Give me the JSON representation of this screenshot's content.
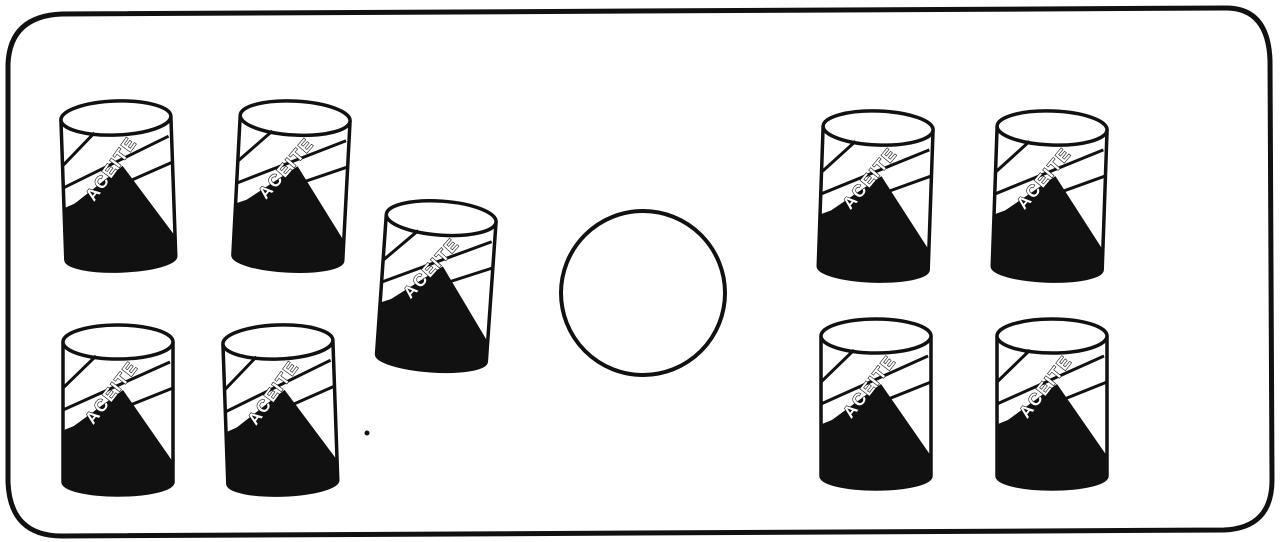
{
  "colors": {
    "ink": "#111111",
    "background": "#ffffff"
  },
  "can_label": "ACEITE",
  "groups": {
    "left": {
      "can_count": 5
    },
    "center": {
      "shape": "empty-circle"
    },
    "right": {
      "can_count": 4
    }
  }
}
